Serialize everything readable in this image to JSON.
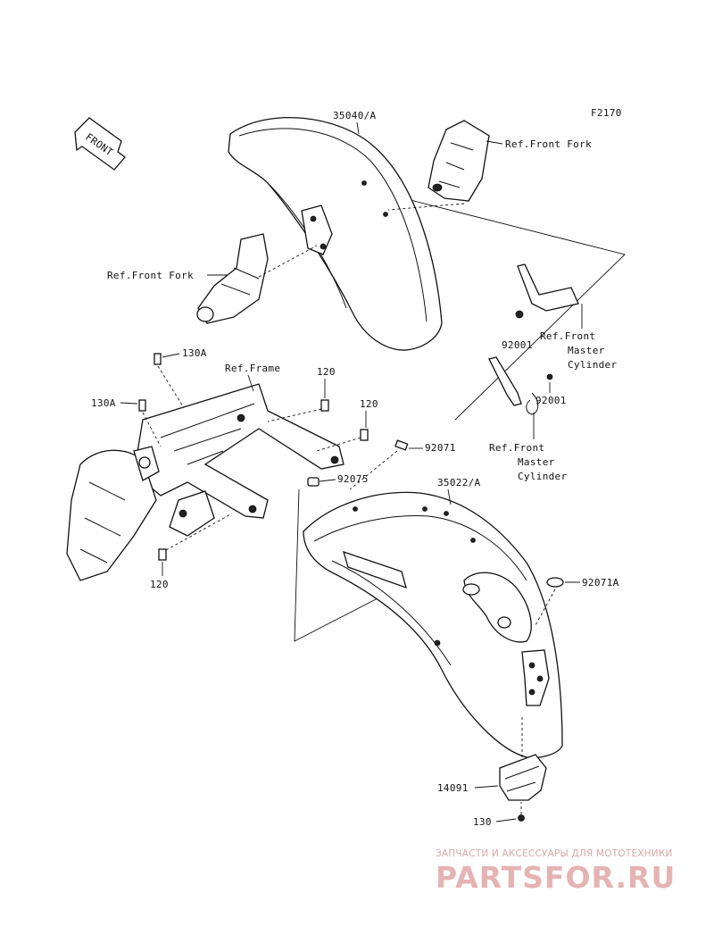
{
  "diagram_code": "F2170",
  "direction_tag": "FRONT",
  "labels": {
    "front_fender": "35040/A",
    "rear_fender": "35022/A",
    "ref_front_fork_top": "Ref.Front Fork",
    "ref_front_fork_left": "Ref.Front Fork",
    "ref_frame": "Ref.Frame",
    "bolt_130a_top": "130A",
    "bolt_130a_left": "130A",
    "bolt_120_a": "120",
    "bolt_120_b": "120",
    "bolt_120_c": "120",
    "clamp_92001_a": "92001",
    "clamp_92001_b": "92001",
    "ref_master_cyl_a_1": "Ref.Front",
    "ref_master_cyl_a_2": "Master",
    "ref_master_cyl_a_3": "Cylinder",
    "ref_master_cyl_b_1": "Ref.Front",
    "ref_master_cyl_b_2": "Master",
    "ref_master_cyl_b_3": "Cylinder",
    "part_92071": "92071",
    "part_92075": "92075",
    "part_92071a": "92071A",
    "part_14091": "14091",
    "part_130": "130"
  },
  "watermark": {
    "tagline": "ЗАПЧАСТИ И АКСЕССУАРЫ ДЛЯ МОТОТЕХНИКИ",
    "logo": "PARTSFOR.RU"
  }
}
